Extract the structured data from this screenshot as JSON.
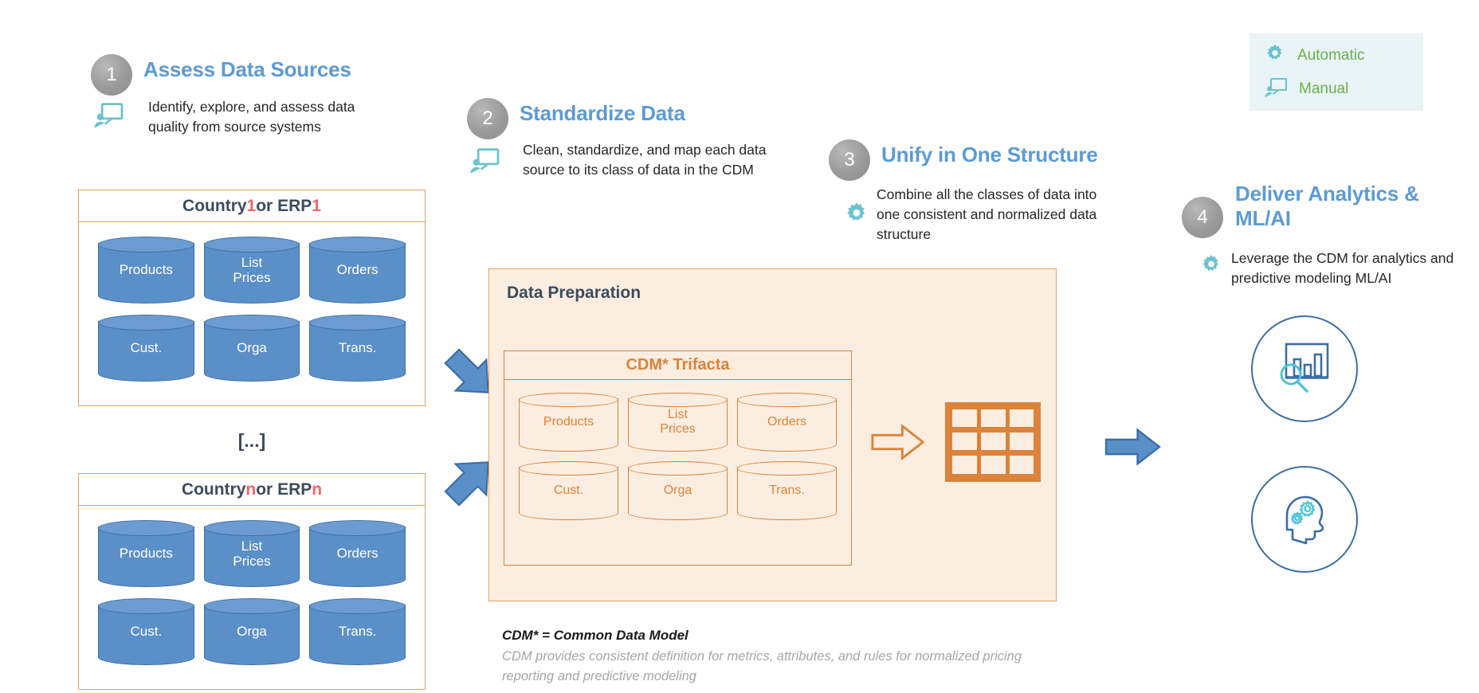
{
  "legend": {
    "items": [
      {
        "label": "Automatic",
        "icon": "gear-icon"
      },
      {
        "label": "Manual",
        "icon": "presentation-person-icon"
      }
    ],
    "bg_color": "#e8f4f6",
    "text_color": "#70ad47"
  },
  "steps": [
    {
      "number": "1",
      "title": "Assess Data Sources",
      "desc": "Identify, explore, and assess data quality from source systems",
      "icon": "presentation-person-icon"
    },
    {
      "number": "2",
      "title": "Standardize Data",
      "desc": "Clean, standardize, and map each data source to its class of data in the CDM",
      "icon": "presentation-person-icon"
    },
    {
      "number": "3",
      "title": "Unify in One Structure",
      "desc": "Combine all the classes of data into one consistent and normalized data structure",
      "icon": "gear-icon"
    },
    {
      "number": "4",
      "title": "Deliver Analytics & ML/AI",
      "desc": "Leverage the CDM for analytics and predictive modeling ML/AI",
      "icon": "gear-icon"
    }
  ],
  "sources": [
    {
      "title_prefix": "Country ",
      "title_index": "1",
      "title_mid": " or ERP ",
      "title_index2": "1",
      "cylinders": [
        "Products",
        "List\nPrices",
        "Orders",
        "Cust.",
        "Orga",
        "Trans."
      ]
    },
    {
      "title_prefix": "Country ",
      "title_index": "n",
      "title_mid": " or ERP ",
      "title_index2": "n",
      "cylinders": [
        "Products",
        "List\nPrices",
        "Orders",
        "Cust.",
        "Orga",
        "Trans."
      ]
    }
  ],
  "ellipsis": "[...]",
  "preparation": {
    "title": "Data Preparation",
    "cdm_title": "CDM* Trifacta",
    "cylinders": [
      "Products",
      "List\nPrices",
      "Orders",
      "Cust.",
      "Orga",
      "Trans."
    ],
    "output_icon": "table-grid-icon"
  },
  "footnote": {
    "bold": "CDM* = Common Data Model",
    "detail": "CDM provides consistent definition for metrics, attributes, and rules for normalized pricing reporting and predictive modeling"
  },
  "outputs": [
    {
      "icon": "analytics-chart-magnifier-icon"
    },
    {
      "icon": "head-gears-ai-icon"
    }
  ],
  "colors": {
    "step_title": "#5b9bd5",
    "orange_border": "#e8a063",
    "orange_accent": "#dd8239",
    "orange_fill": "#fbeee1",
    "cylinder_blue": "#5b8fc7",
    "cylinder_border": "#3b6ea5",
    "teal_icon": "#6cc3cc",
    "red_index": "#f4646a",
    "arrow_blue": "#5b8fc7",
    "legend_green": "#70ad47"
  }
}
